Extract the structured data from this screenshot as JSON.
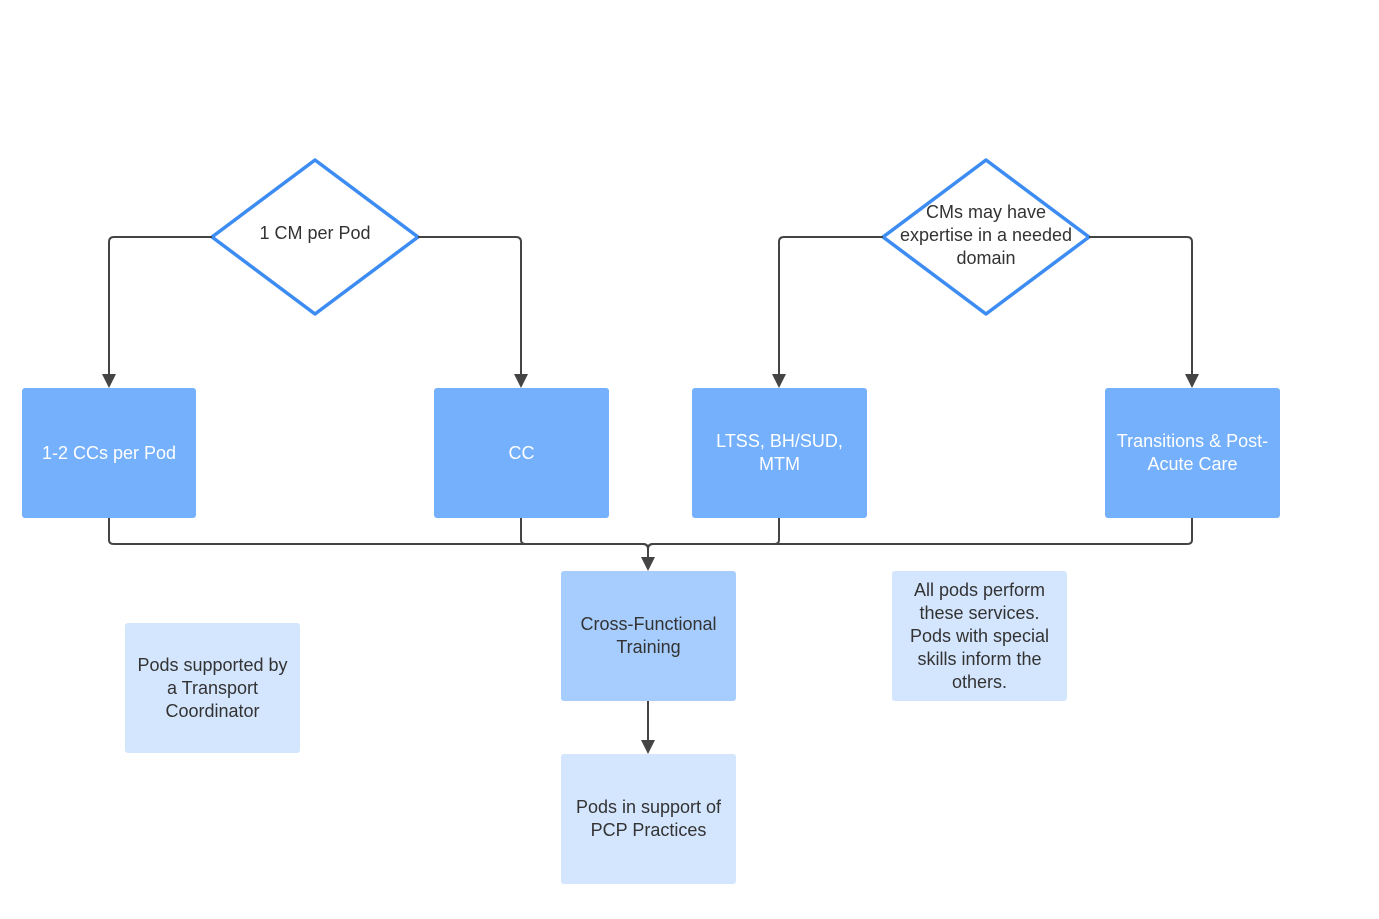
{
  "colors": {
    "diamond_stroke": "#3d8cf2",
    "box_dark": "#75b0fc",
    "box_mid": "#a6cdfd",
    "box_light": "#d4e6fe",
    "connector": "#444444"
  },
  "decisions": {
    "left": {
      "label": "1 CM per Pod"
    },
    "right": {
      "label": "CMs may have expertise in a needed domain"
    }
  },
  "roles": {
    "ccs_per_pod": "1-2 CCs per Pod",
    "cc": "CC",
    "ltss": "LTSS, BH/SUD, MTM",
    "transitions": "Transitions & Post-Acute Care"
  },
  "training": "Cross-Functional Training",
  "support": "Pods in support of PCP Practices",
  "notes": {
    "transport": "Pods supported by a Transport Coordinator",
    "services": "All pods perform these services. Pods with special skills inform the others."
  }
}
